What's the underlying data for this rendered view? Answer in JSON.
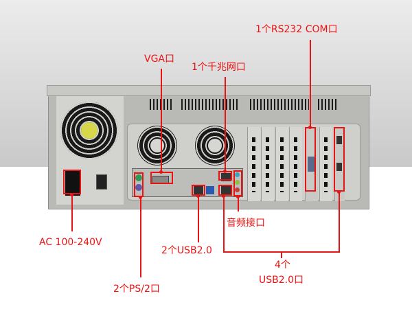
{
  "image": {
    "subject": "Industrial rackmount computer rear panel",
    "accent_color": "#e81414"
  },
  "labels": {
    "rs232": "1个RS232 COM口",
    "vga": "VGA口",
    "lan": "1个千兆网口",
    "ac_power": "AC 100-240V",
    "audio": "音频接口",
    "usb_left": "2个USB2.0",
    "usb_right_count": "4个",
    "usb_right_type": "USB2.0口",
    "ps2": "2个PS/2口"
  }
}
